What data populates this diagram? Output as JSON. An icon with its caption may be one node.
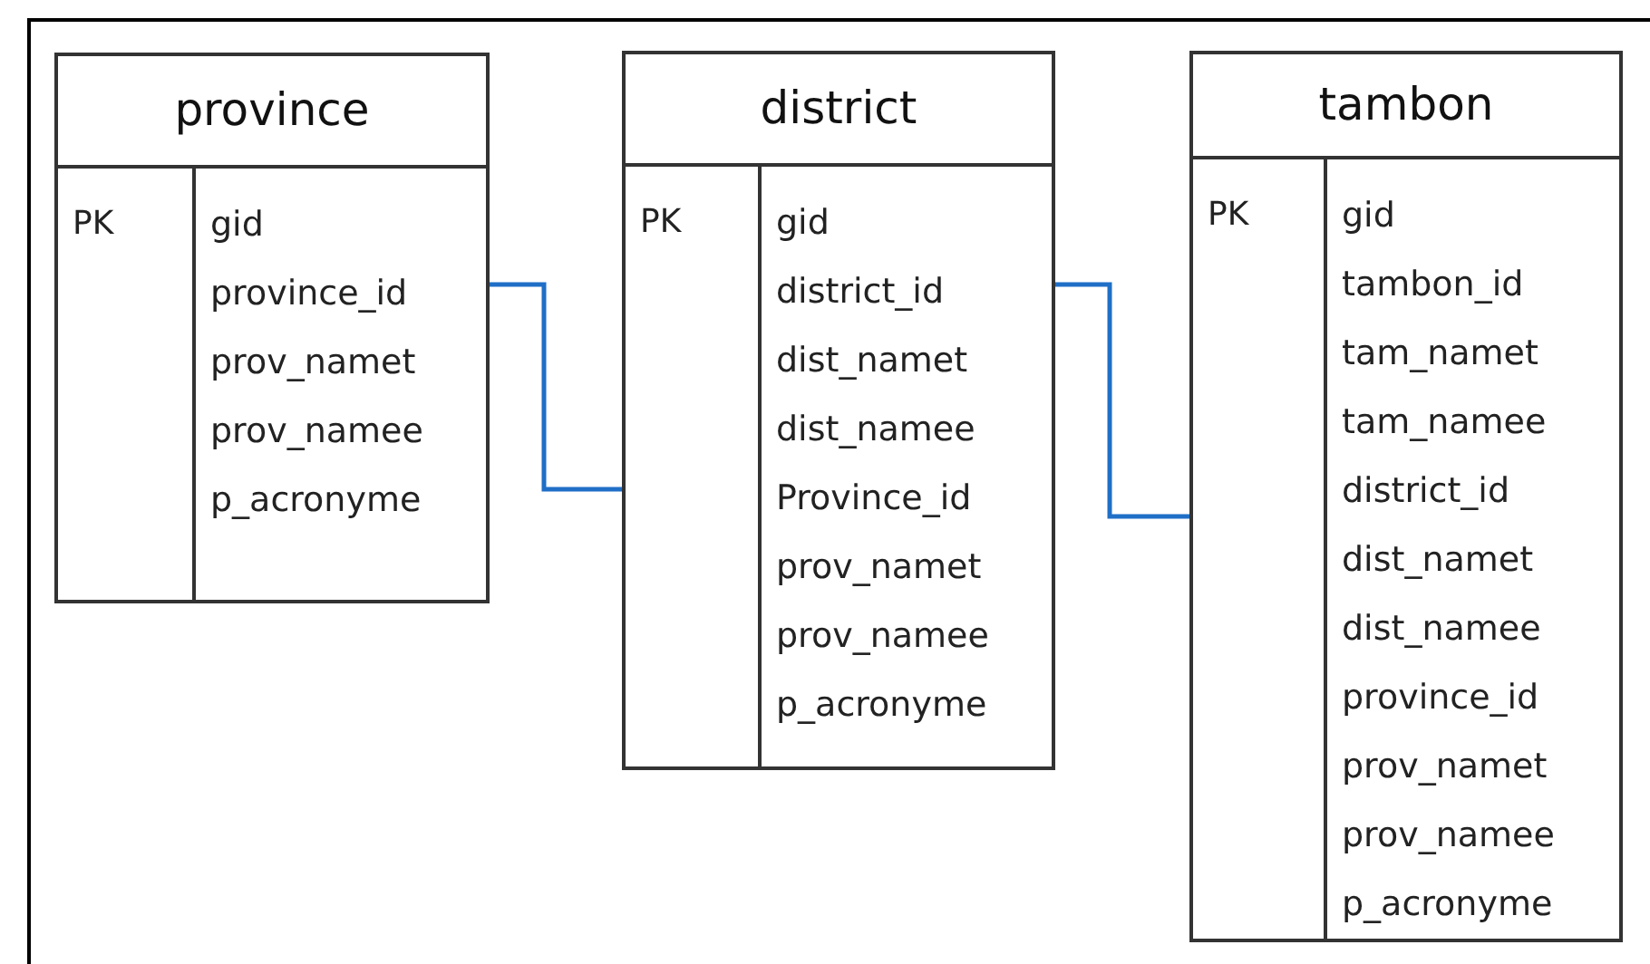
{
  "diagram": {
    "nodes": [
      {
        "text": [
          "province",
          "PK",
          "gid",
          "province_id",
          "prov_namet",
          "prov_namee",
          "p_acronyme"
        ]
      },
      {
        "text": [
          "district",
          "PK",
          "gid",
          "district_id",
          "dist_namet",
          "dist_namee",
          "Province_id",
          "prov_namet",
          "prov_namee",
          "p_acronyme"
        ]
      },
      {
        "text": [
          "tambon",
          "PK",
          "gid",
          "tambon_id",
          "tam_namet",
          "tam_namee",
          "district_id",
          "dist_namet",
          "dist_namee",
          "province_id",
          "prov_namet",
          "prov_namee",
          "p_acronyme"
        ]
      }
    ],
    "edges": [
      {
        "from": 0,
        "to": 1,
        "arrow": "none",
        "color": "#1f6fc7"
      },
      {
        "from": 1,
        "to": 2,
        "arrow": "none",
        "color": "#1f6fc7"
      }
    ]
  }
}
